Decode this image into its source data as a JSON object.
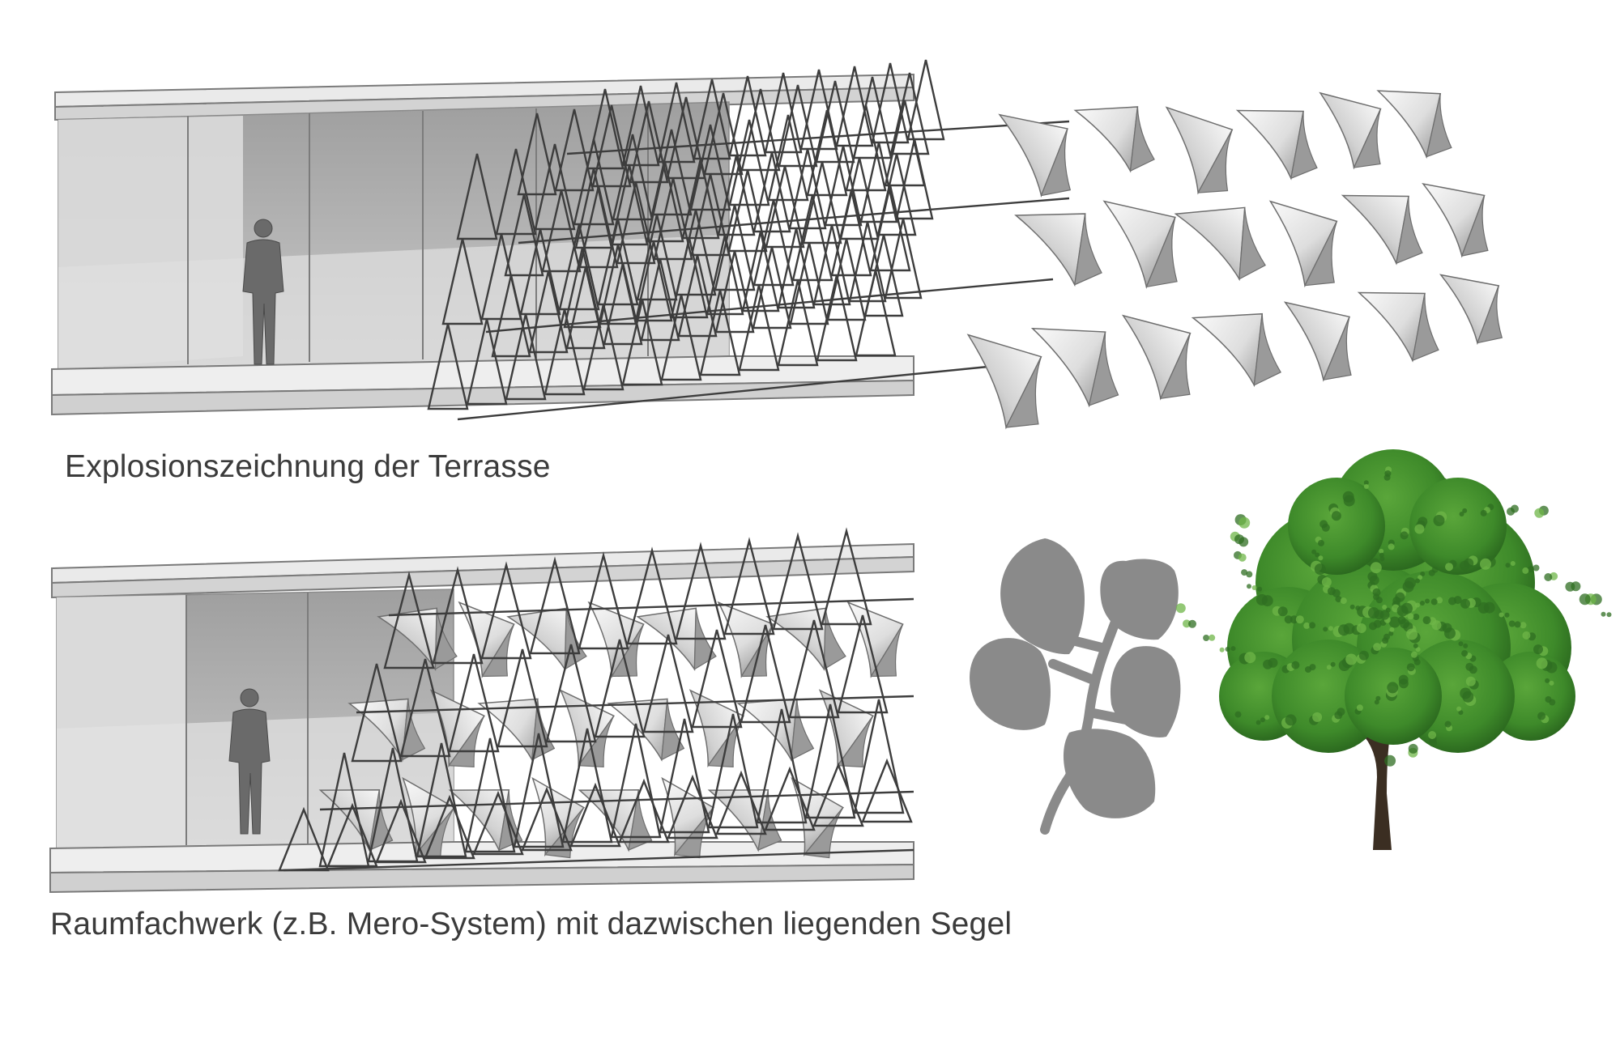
{
  "captions": {
    "explosion": "Explosionszeichnung der Terrasse",
    "assembled": "Raumfachwerk (z.B. Mero-System) mit dazwischen liegenden Segel"
  },
  "figures": [
    {
      "id": "exploded-terrace",
      "elements": [
        "building-box",
        "person",
        "space-frame",
        "sail-panels"
      ]
    },
    {
      "id": "assembled-terrace",
      "elements": [
        "building-box",
        "person",
        "space-frame-with-sails"
      ]
    },
    {
      "id": "leaf-branch",
      "elements": [
        "leaf-silhouettes",
        "branch"
      ]
    },
    {
      "id": "tree",
      "elements": [
        "crown",
        "trunk"
      ]
    }
  ],
  "colors": {
    "slab": "#e9e9e9",
    "wall_dark": "#a9a9a9",
    "wall_mid": "#c4c4c4",
    "frame_line": "#3a3a3a",
    "sail_light": "#f4f4f4",
    "sail_dark": "#8c8c8c",
    "leaf": "#8a8a8a",
    "tree_green": "#3f8a2a",
    "trunk": "#3b2e22",
    "caption": "#3b3b3b"
  }
}
